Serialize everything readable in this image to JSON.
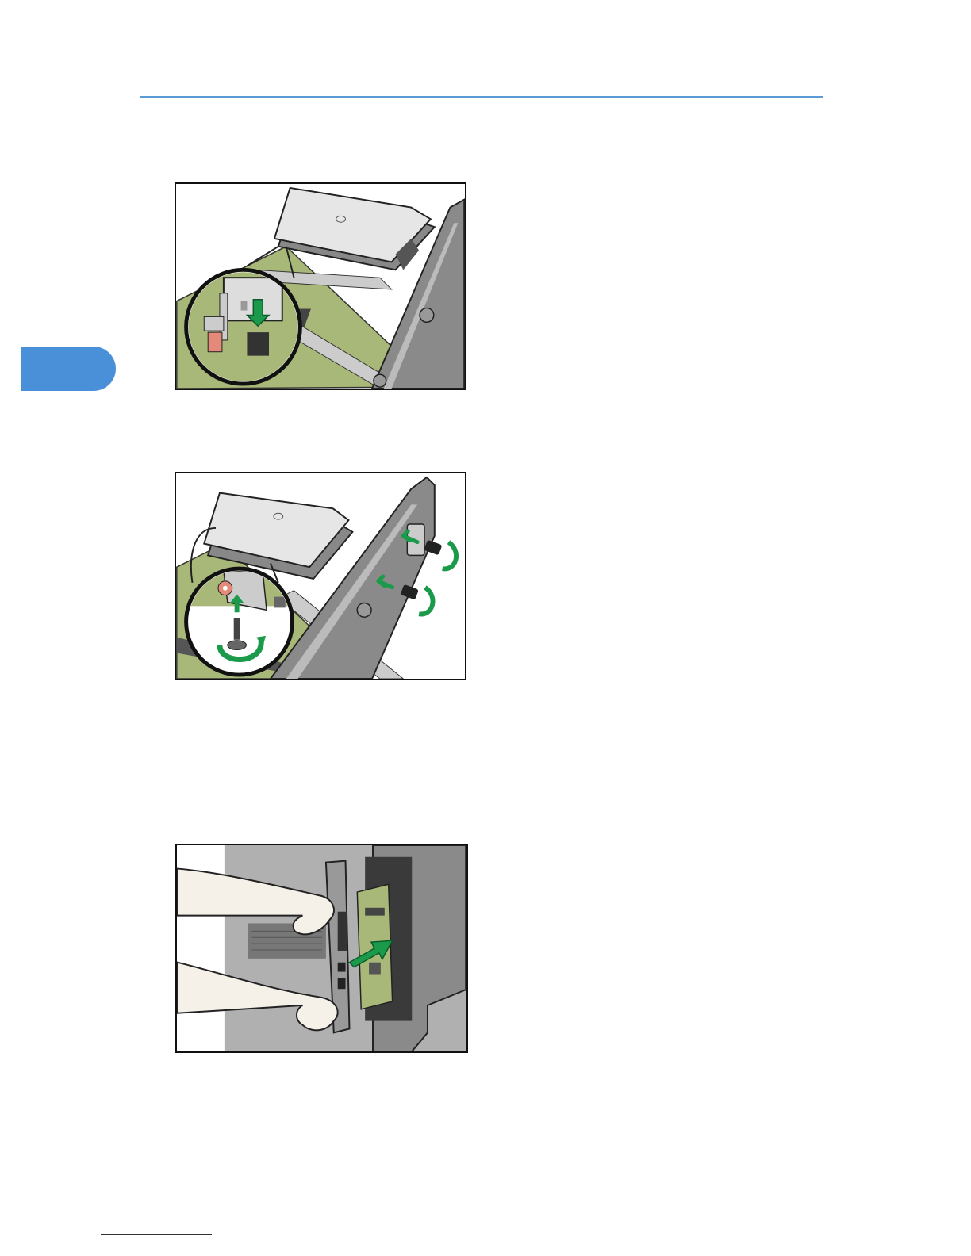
{
  "page": {
    "accent_color": "#4a90d9",
    "rule_color": "#5b9bd5"
  },
  "figures": [
    {
      "name": "hdd-connector-insertion",
      "icons": [
        "hard-disk-icon",
        "connector-icon",
        "down-arrow-icon",
        "magnify-callout-icon"
      ]
    },
    {
      "name": "hdd-screw-fastening",
      "icons": [
        "hard-disk-icon",
        "screw-icon",
        "rotate-arrow-icon",
        "push-arrow-icon",
        "magnify-callout-icon"
      ]
    },
    {
      "name": "controller-board-insertion",
      "icons": [
        "printer-icon",
        "hands-icon",
        "controller-board-icon",
        "push-arrow-icon"
      ]
    }
  ],
  "colors": {
    "board_green": "#a8b878",
    "arrow_green": "#1a9a4a",
    "metal_gray": "#9a9a9a",
    "dark_gray": "#555555",
    "highlight_red": "#e58a7a"
  }
}
